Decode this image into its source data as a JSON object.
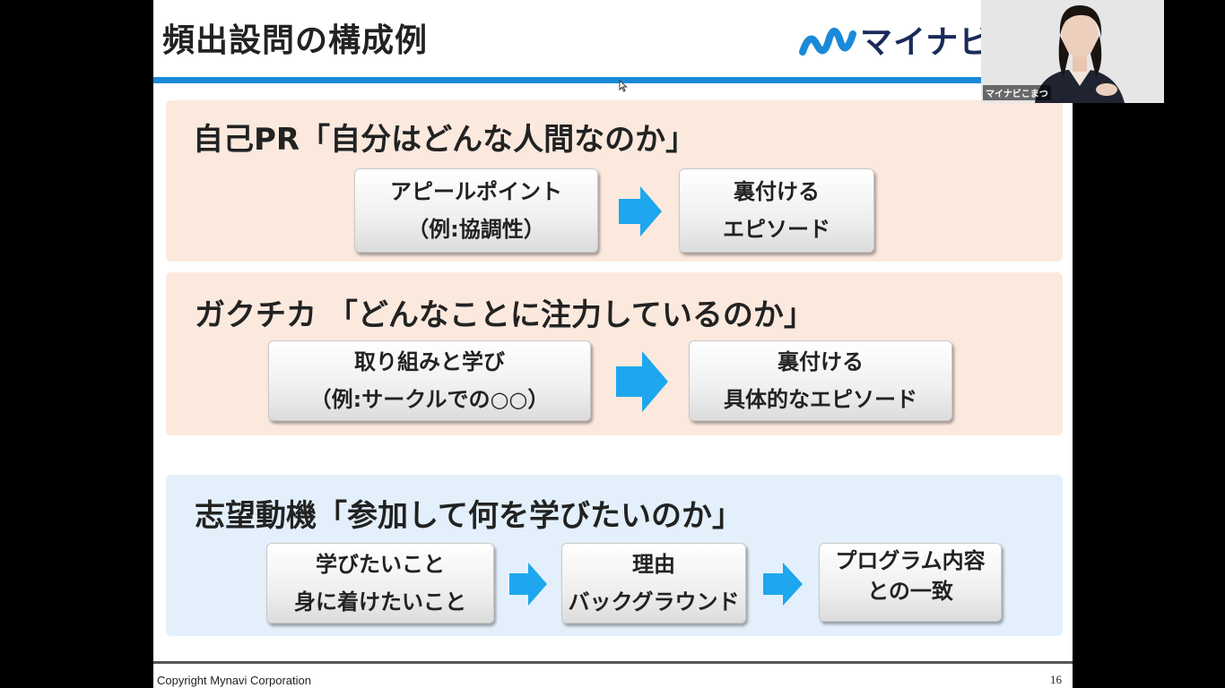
{
  "slide": {
    "title": "頻出設問の構成例",
    "logo_text": "マイナビ",
    "brand_color": "#1a8ad8",
    "footer_copyright": "Copyright  Mynavi Corporation",
    "page_number": "16"
  },
  "sections": [
    {
      "heading": "自己PR「自分はどんな人間なのか」",
      "boxes": [
        {
          "line1": "アピールポイント",
          "line2": "（例:協調性）"
        },
        {
          "line1": "裏付ける",
          "line2": "エピソード"
        }
      ]
    },
    {
      "heading": "ガクチカ 「どんなことに注力しているのか」",
      "boxes": [
        {
          "line1": "取り組みと学び",
          "line2": "（例:サークルでの○○）"
        },
        {
          "line1": "裏付ける",
          "line2": "具体的なエピソード"
        }
      ]
    },
    {
      "heading": "志望動機「参加して何を学びたいのか」",
      "boxes": [
        {
          "line1": "学びたいこと",
          "line2": "身に着けたいこと"
        },
        {
          "line1": "理由",
          "line2": "バックグラウンド"
        },
        {
          "line1": "プログラム内容",
          "line2": "との一致"
        }
      ]
    }
  ],
  "video": {
    "participant_name": "マイナビこまつ"
  }
}
